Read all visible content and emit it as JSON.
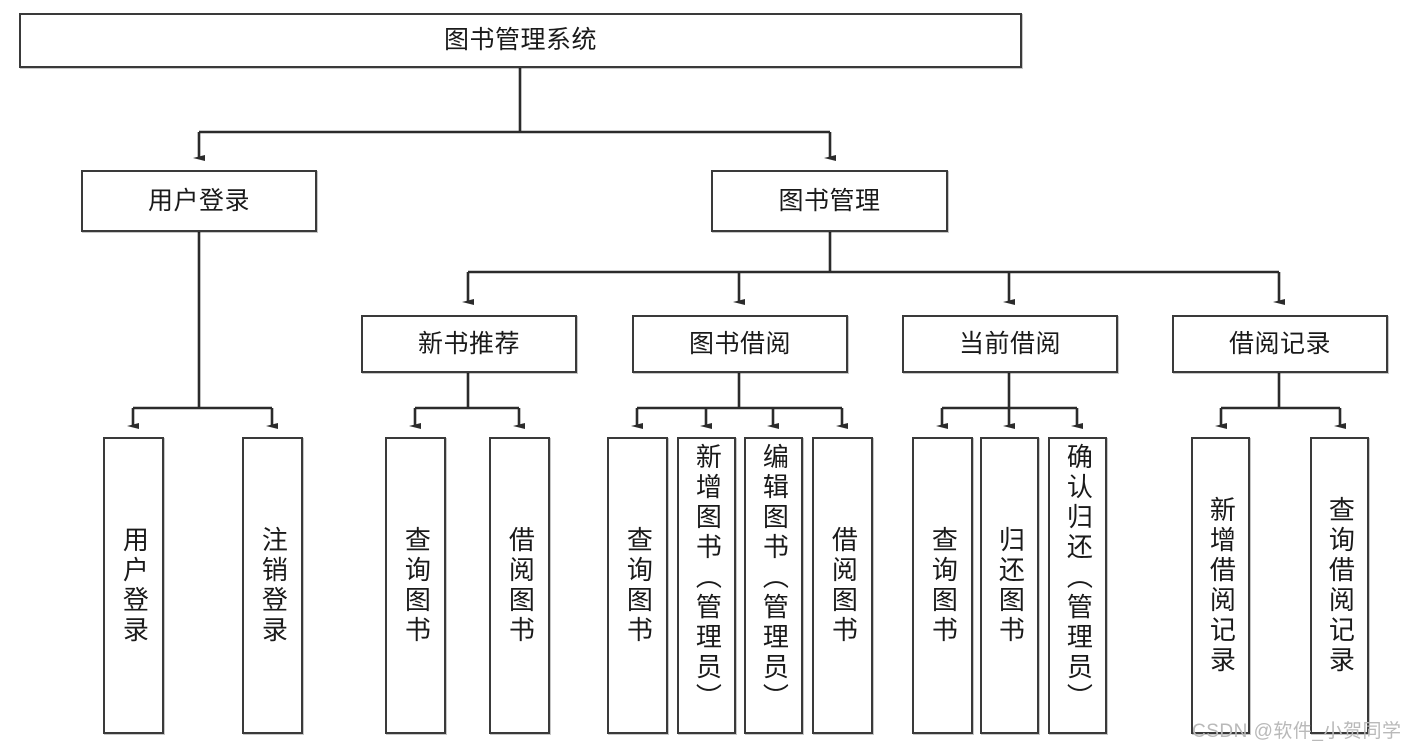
{
  "diagram": {
    "type": "tree",
    "title": "图书管理系统",
    "orientation": "top-down",
    "colors": {
      "node_border": "#3a3a3a",
      "node_fill": "#ffffff",
      "connector": "#2b2b2b",
      "text": "#1a1a1a",
      "watermark": "#b9b9b9"
    },
    "root": {
      "label": "图书管理系统"
    },
    "level2": [
      {
        "label": "用户登录"
      },
      {
        "label": "图书管理"
      }
    ],
    "level3": [
      {
        "label": "新书推荐"
      },
      {
        "label": "图书借阅"
      },
      {
        "label": "当前借阅"
      },
      {
        "label": "借阅记录"
      }
    ],
    "leaves": {
      "user_login": [
        {
          "label": "用户登录"
        },
        {
          "label": "注销登录"
        }
      ],
      "new_book_recommend": [
        {
          "label": "查询图书"
        },
        {
          "label": "借阅图书"
        }
      ],
      "book_borrow": [
        {
          "label": "查询图书"
        },
        {
          "label": "新增图书（管理员）"
        },
        {
          "label": "编辑图书（管理员）"
        },
        {
          "label": "借阅图书"
        }
      ],
      "current_borrow": [
        {
          "label": "查询图书"
        },
        {
          "label": "归还图书"
        },
        {
          "label": "确认归还（管理员）"
        }
      ],
      "borrow_records": [
        {
          "label": "新增借阅记录"
        },
        {
          "label": "查询借阅记录"
        }
      ]
    },
    "watermark": "CSDN @软件_小贺同学"
  }
}
